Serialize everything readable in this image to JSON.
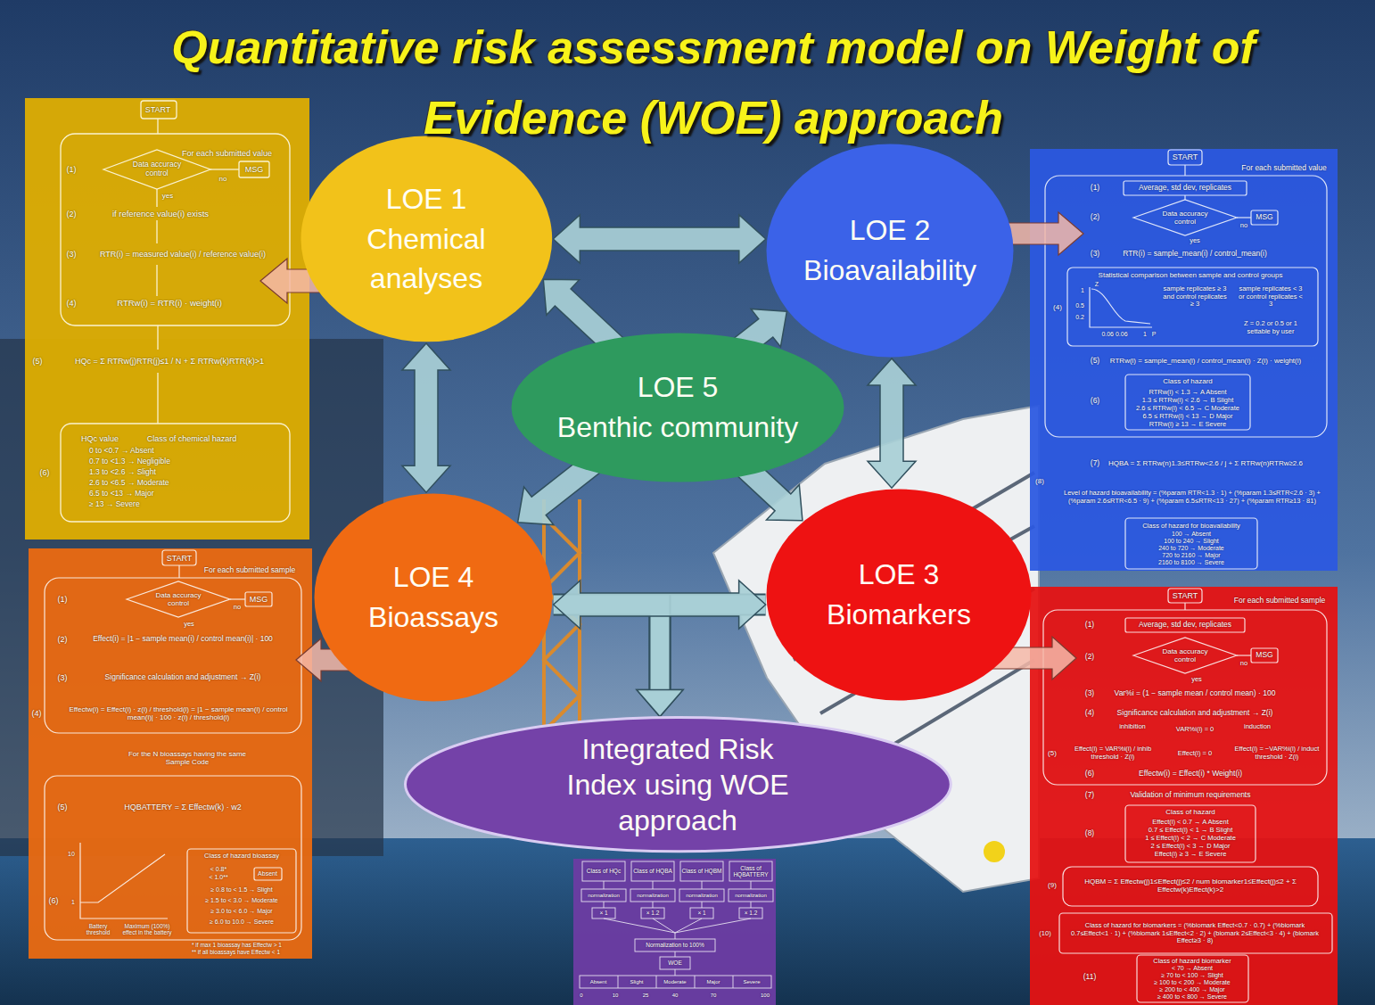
{
  "diagram": {
    "title": "Quantitative risk assessment model on Weight of Evidence (WOE) approach",
    "nodes": [
      {
        "text": [
          "LOE 1",
          "Chemical analyses"
        ]
      },
      {
        "text": [
          "LOE 2",
          "Bioavailability"
        ]
      },
      {
        "text": [
          "LOE 5",
          "Benthic community"
        ]
      },
      {
        "text": [
          "LOE 4",
          "Bioassays"
        ]
      },
      {
        "text": [
          "LOE 3",
          "Biomarkers"
        ]
      },
      {
        "text": [
          "Integrated Risk Index using WOE approach"
        ]
      }
    ],
    "edges": [
      {
        "from": 0,
        "to": 1,
        "arrow": "both"
      },
      {
        "from": 0,
        "to": 3,
        "arrow": "both"
      },
      {
        "from": 1,
        "to": 4,
        "arrow": "both"
      },
      {
        "from": 3,
        "to": 4,
        "arrow": "both"
      },
      {
        "from": 0,
        "to": 4,
        "arrow": "both"
      },
      {
        "from": 3,
        "to": 1,
        "arrow": "both"
      },
      {
        "from": 3,
        "to": 5,
        "arrow": "to"
      },
      {
        "from": 4,
        "to": 5,
        "arrow": "to"
      }
    ],
    "labels": [
      "START",
      "For each submitted value",
      "(1)",
      "Data accuracy control",
      "MSG",
      "no",
      "yes",
      "(2)",
      "if reference value(i) exists",
      "(3)",
      "RTR(i) = measured value(i) / reference value(i)",
      "(4)",
      "RTRw(i) = RTR(i) · weight(i)",
      "(5)",
      "HQc = Σ RTRw(j)RTR(j)≤1 / N + Σ RTRw(k)RTR(k)>1",
      "HQc value",
      "Class of chemical hazard",
      "0 to <0.7 → Absent",
      "0.7 to <1.3 → Negligible",
      "1.3 to <2.6 → Slight",
      "2.6 to <6.5 → Moderate",
      "6.5 to <13 → Major",
      "≥ 13 → Severe",
      "(6)",
      "START",
      "For each submitted value",
      "(1)",
      "Average, std dev, replicates",
      "(2)",
      "Data accuracy control",
      "MSG",
      "no",
      "yes",
      "(3)",
      "RTR(i) = sample_mean(i) / control_mean(i)",
      "Statistical comparison between sample and control groups",
      "(4)",
      "Z",
      "1",
      "0.5",
      "0.2",
      "0.06 0.06",
      "1",
      "P",
      "sample replicates ≥ 3 and control replicates ≥ 3",
      "sample replicates < 3 or control replicates < 3",
      "Z = 0.2 or 0.5 or 1 settable by user",
      "(5)",
      "RTRw(i) = sample_mean(i) / control_mean(i) · Z(i) · weight(i)",
      "(6)",
      "Class of hazard",
      "RTRw(i) < 1.3 → A Absent",
      "1.3 ≤ RTRw(i) < 2.6 → B Slight",
      "2.6 ≤ RTRw(i) < 6.5 → C Moderate",
      "6.5 ≤ RTRw(i) < 13 → D Major",
      "RTRw(i) ≥ 13 → E Severe",
      "(7)",
      "HQBA = Σ RTRw(n)1.3≤RTRw<2.6 / j + Σ RTRw(n)RTRw≥2.6",
      "(8)",
      "Level of hazard bioavailability = (%param RTR<1.3 · 1) + (%param 1.3≤RTR<2.6 · 3) + (%param 2.6≤RTR<6.5 · 9) + (%param 6.5≤RTR<13 · 27) + (%param RTR≥13 · 81)",
      "Class of hazard for bioavailability",
      "100 → Absent",
      "100 to 240 → Slight",
      "240 to 720 → Moderate",
      "720 to 2160 → Major",
      "2160 to 8100 → Severe",
      "START",
      "For each submitted sample",
      "(1)",
      "Data accuracy control",
      "MSG",
      "no",
      "yes",
      "(2)",
      "Effect(i) = |1 − sample mean(i) / control mean(i)| · 100",
      "(3)",
      "Significance calculation and adjustment → Z(i)",
      "(4)",
      "Effectw(i) = Effect(i) · z(i) / threshold(i) = |1 − sample mean(i) / control mean(i)| · 100 · z(i) / threshold(i)",
      "For the N bioassays having the same Sample Code",
      "(5)",
      "HQBATTERY = Σ Effectw(k) · w2",
      "(6)",
      "10",
      "1",
      "Battery threshold",
      "Maximum (100%) effect in the battery",
      "Class of hazard bioassay",
      "< 0.8*",
      "< 1.0**",
      "Absent",
      "≥ 0.8 to < 1.5 → Slight",
      "≥ 1.5 to < 3.0 → Moderate",
      "≥ 3.0 to < 6.0 → Major",
      "≥ 6.0 to 10.0 → Severe",
      "* if max 1 bioassay has Effectw > 1",
      "** if all bioassays have Effectw < 1",
      "START",
      "For each submitted sample",
      "(1)",
      "Average, std dev, replicates",
      "(2)",
      "Data accuracy control",
      "MSG",
      "no",
      "yes",
      "(3)",
      "Var%i = (1 − sample mean / control mean) · 100",
      "(4)",
      "Significance calculation and adjustment → Z(i)",
      "inhibition",
      "induction",
      "VAR%i(i) = 0",
      "(5)",
      "Effect(i) = VAR%i(i) / inhib threshold · Z(i)",
      "Effect(i) = 0",
      "Effect(i) = −VAR%i(i) / induct threshold · Z(i)",
      "(6)",
      "Effectw(i) = Effect(i) * Weight(i)",
      "(7)",
      "Validation of minimum requirements",
      "(8)",
      "Class of hazard",
      "Effect(i) < 0.7 → A Absent",
      "0.7 ≤ Effect(i) < 1 → B Slight",
      "1 ≤ Effect(i) < 2 → C Moderate",
      "2 ≤ Effect(i) < 3 → D Major",
      "Effect(i) ≥ 3 → E Severe",
      "(9)",
      "HQBM = Σ Effectw(j)1≤Effect(j)≤2 / num biomarker1≤Effect(j)≤2 + Σ Effectw(k)Effect(k)>2",
      "(10)",
      "Class of hazard for biomarkers = (%biomark Effect<0.7 · 0.7) + (%biomark 0.7≤Effect<1 · 1) + (%biomark 1≤Effect<2 · 2) + (biomark 2≤Effect<3 · 4) + (biomark Effect≥3 · 8)",
      "(11)",
      "Class of hazard biomarker",
      "< 70 → Absent",
      "≥ 70 to < 100 → Slight",
      "≥ 100 to < 200 → Moderate",
      "≥ 200 to < 400 → Major",
      "≥ 400 to < 800 → Severe",
      "Class of HQc",
      "Class of HQBA",
      "Class of HQBM",
      "Class of HQBATTERY",
      "normalization",
      "normalization",
      "normalization",
      "normalization",
      "× 1",
      "× 1.2",
      "× 1",
      "× 1.2",
      "Normalization to 100%",
      "WOE",
      "Absent",
      "Slight",
      "Moderate",
      "Major",
      "Severe",
      "0",
      "10",
      "25",
      "40",
      "70",
      "100"
    ]
  }
}
